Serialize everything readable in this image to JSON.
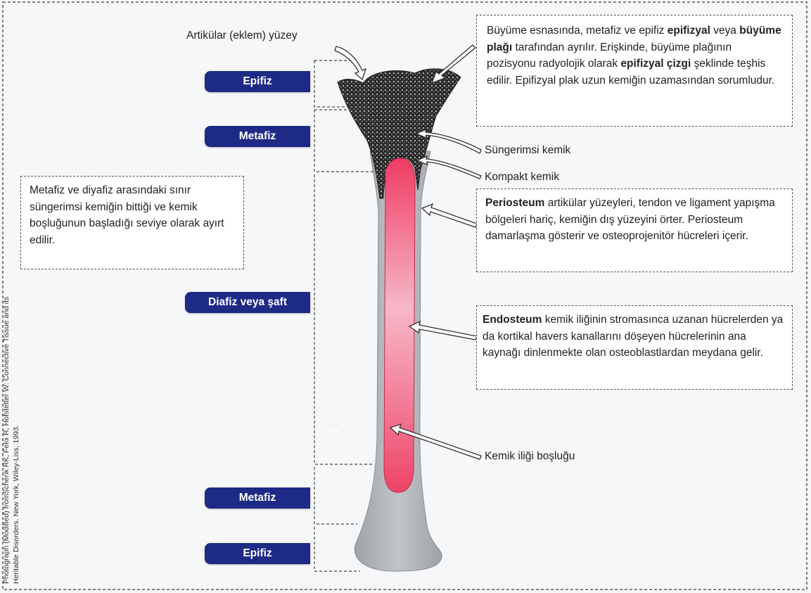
{
  "labels": {
    "articular_surface": "Artikülar (eklem) yüzey",
    "spongy_bone": "Süngerimsi kemik",
    "compact_bone": "Kompakt kemik",
    "marrow_cavity": "Kemik iliği boşluğu"
  },
  "regions": {
    "epiphysis_top": "Epifiz",
    "metaphysis_top": "Metafiz",
    "diaphysis": "Diafiz veya şaft",
    "metaphysis_bottom": "Metafiz",
    "epiphysis_bottom": "Epifiz"
  },
  "callouts": {
    "growth_plate": {
      "t1": "Büyüme esnasında, metafiz ve epifiz ",
      "b1": "epifizyal",
      "t2": " veya ",
      "b2": "büyüme plağı",
      "t3": " tarafından ayrılır. Erişkinde, büyüme plağının pozisyonu radyolojik olarak ",
      "b3": "epifizyal çizgi",
      "t4": " şeklinde teşhis edilir. Epifizyal plak uzun kemiğin uzamasından sorumludur."
    },
    "boundary": "Metafiz ve diyafiz arasındaki sınır süngerimsi kemiğin bittiği ve kemik boşluğunun başladığı seviye olarak ayırt edilir.",
    "periosteum": {
      "bold": "Periosteum",
      "text": " artikülar yüzeyleri, tendon ve ligament yapışma bölgeleri hariç, kemiğin dış yüzeyini örter. Periosteum damarlaşma gösterir ve osteoprojenitör hücreleri içerir."
    },
    "endosteum": {
      "bold": "Endosteum",
      "text": " kemik iliğinin stromasınca uzanan hücrelerden ya da kortikal havers kanallarını döşeyen hücrelerinin ana kaynağı dinlenmekte olan osteoblastlardan meydana gelir."
    }
  },
  "credit": "Photograph (Modified) fromSchenk RK, Felix R, Hofstetter W: Connective Tissue and its Heritable Disorders. New York, Wiley-Liss, 1993."
}
